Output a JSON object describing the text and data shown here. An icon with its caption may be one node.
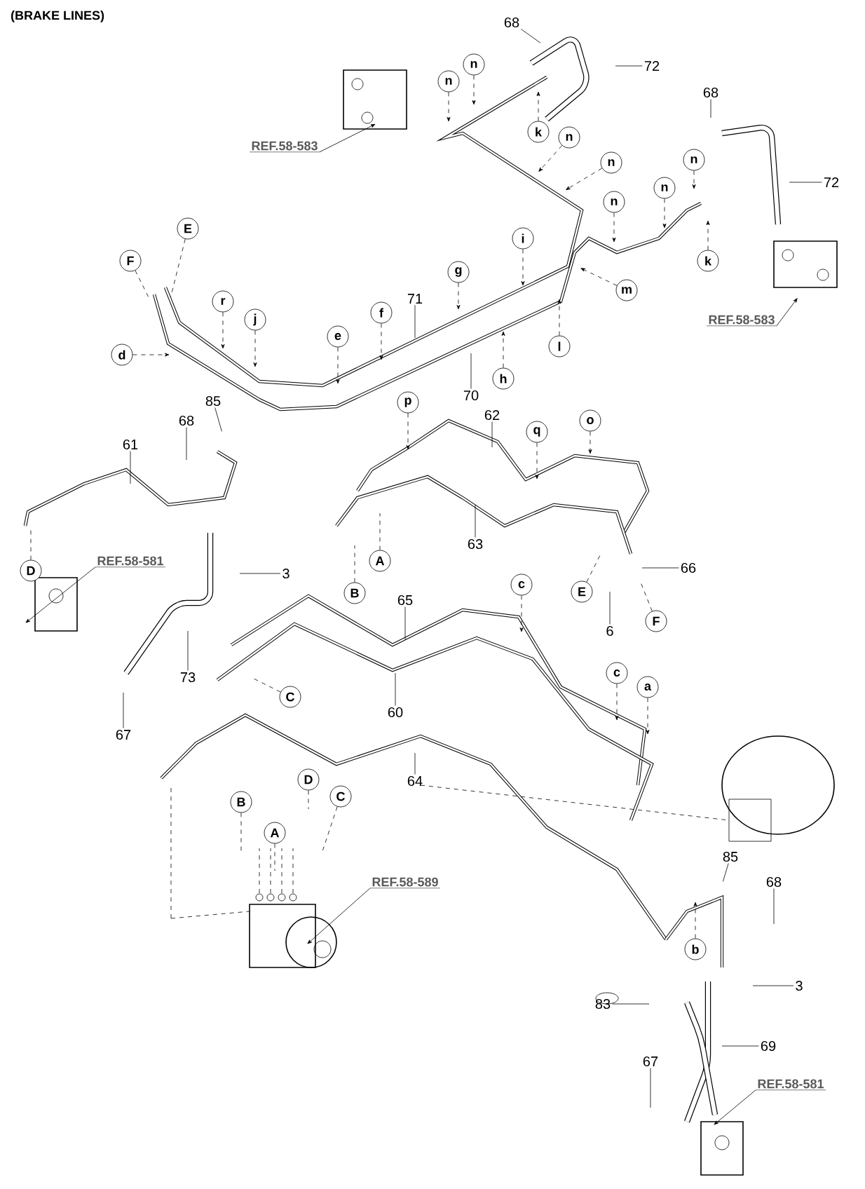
{
  "diagram": {
    "title": "(BRAKE  LINES)",
    "nodes": [
      {
        "text": [
          "68"
        ]
      },
      {
        "text": [
          "72"
        ]
      },
      {
        "text": [
          "n"
        ]
      },
      {
        "text": [
          "n"
        ]
      },
      {
        "text": [
          "REF.58-583"
        ]
      },
      {
        "text": [
          "k"
        ]
      },
      {
        "text": [
          "n"
        ]
      },
      {
        "text": [
          "n"
        ]
      },
      {
        "text": [
          "68"
        ]
      },
      {
        "text": [
          "n"
        ]
      },
      {
        "text": [
          "72"
        ]
      },
      {
        "text": [
          "n"
        ]
      },
      {
        "text": [
          "n"
        ]
      },
      {
        "text": [
          "E"
        ]
      },
      {
        "text": [
          "i"
        ]
      },
      {
        "text": [
          "F"
        ]
      },
      {
        "text": [
          "k"
        ]
      },
      {
        "text": [
          "g"
        ]
      },
      {
        "text": [
          "m"
        ]
      },
      {
        "text": [
          "REF.58-583"
        ]
      },
      {
        "text": [
          "71"
        ]
      },
      {
        "text": [
          "r"
        ]
      },
      {
        "text": [
          "j"
        ]
      },
      {
        "text": [
          "f"
        ]
      },
      {
        "text": [
          "e"
        ]
      },
      {
        "text": [
          "d"
        ]
      },
      {
        "text": [
          "l"
        ]
      },
      {
        "text": [
          "h"
        ]
      },
      {
        "text": [
          "70"
        ]
      },
      {
        "text": [
          "85"
        ]
      },
      {
        "text": [
          "p"
        ]
      },
      {
        "text": [
          "62"
        ]
      },
      {
        "text": [
          "o"
        ]
      },
      {
        "text": [
          "68"
        ]
      },
      {
        "text": [
          "q"
        ]
      },
      {
        "text": [
          "61"
        ]
      },
      {
        "text": [
          "63"
        ]
      },
      {
        "text": [
          "REF.58-581"
        ]
      },
      {
        "text": [
          "D"
        ]
      },
      {
        "text": [
          "A"
        ]
      },
      {
        "text": [
          "3"
        ]
      },
      {
        "text": [
          "66"
        ]
      },
      {
        "text": [
          "B"
        ]
      },
      {
        "text": [
          "E"
        ]
      },
      {
        "text": [
          "c"
        ]
      },
      {
        "text": [
          "65"
        ]
      },
      {
        "text": [
          "F"
        ]
      },
      {
        "text": [
          "6"
        ]
      },
      {
        "text": [
          "73"
        ]
      },
      {
        "text": [
          "C"
        ]
      },
      {
        "text": [
          "c"
        ]
      },
      {
        "text": [
          "a"
        ]
      },
      {
        "text": [
          "67"
        ]
      },
      {
        "text": [
          "60"
        ]
      },
      {
        "text": [
          "64"
        ]
      },
      {
        "text": [
          "D"
        ]
      },
      {
        "text": [
          "B"
        ]
      },
      {
        "text": [
          "C"
        ]
      },
      {
        "text": [
          "A"
        ]
      },
      {
        "text": [
          "REF.58-589"
        ]
      },
      {
        "text": [
          "85"
        ]
      },
      {
        "text": [
          "68"
        ]
      },
      {
        "text": [
          "b"
        ]
      },
      {
        "text": [
          "3"
        ]
      },
      {
        "text": [
          "83"
        ]
      },
      {
        "text": [
          "69"
        ]
      },
      {
        "text": [
          "67"
        ]
      },
      {
        "text": [
          "REF.58-581"
        ]
      }
    ],
    "edges": [
      {
        "from": 0,
        "to": null,
        "arrow": "none"
      },
      {
        "from": 1,
        "to": null,
        "arrow": "none"
      },
      {
        "from": 2,
        "to": null,
        "arrow": "to",
        "style": "dashed"
      },
      {
        "from": 3,
        "to": null,
        "arrow": "to",
        "style": "dashed"
      },
      {
        "from": 4,
        "to": null,
        "arrow": "to"
      },
      {
        "from": 5,
        "to": null,
        "arrow": "to",
        "style": "dashed"
      },
      {
        "from": 6,
        "to": null,
        "arrow": "to",
        "style": "dashed"
      },
      {
        "from": 7,
        "to": null,
        "arrow": "to",
        "style": "dashed"
      },
      {
        "from": 8,
        "to": null,
        "arrow": "none"
      },
      {
        "from": 9,
        "to": null,
        "arrow": "to",
        "style": "dashed"
      },
      {
        "from": 10,
        "to": null,
        "arrow": "none"
      },
      {
        "from": 11,
        "to": null,
        "arrow": "to",
        "style": "dashed"
      },
      {
        "from": 12,
        "to": null,
        "arrow": "to",
        "style": "dashed"
      },
      {
        "from": 13,
        "to": null,
        "arrow": "none",
        "style": "dashed"
      },
      {
        "from": 14,
        "to": null,
        "arrow": "to",
        "style": "dashed"
      },
      {
        "from": 15,
        "to": null,
        "arrow": "none",
        "style": "dashed"
      },
      {
        "from": 16,
        "to": null,
        "arrow": "to",
        "style": "dashed"
      },
      {
        "from": 17,
        "to": null,
        "arrow": "to",
        "style": "dashed"
      },
      {
        "from": 18,
        "to": null,
        "arrow": "to",
        "style": "dashed"
      },
      {
        "from": 19,
        "to": null,
        "arrow": "to"
      },
      {
        "from": 20,
        "to": null,
        "arrow": "none"
      },
      {
        "from": 21,
        "to": null,
        "arrow": "to",
        "style": "dashed"
      },
      {
        "from": 22,
        "to": null,
        "arrow": "to",
        "style": "dashed"
      },
      {
        "from": 23,
        "to": null,
        "arrow": "to",
        "style": "dashed"
      },
      {
        "from": 24,
        "to": null,
        "arrow": "to",
        "style": "dashed"
      },
      {
        "from": 25,
        "to": null,
        "arrow": "to",
        "style": "dashed"
      },
      {
        "from": 26,
        "to": null,
        "arrow": "to",
        "style": "dashed"
      },
      {
        "from": 27,
        "to": null,
        "arrow": "to",
        "style": "dashed"
      },
      {
        "from": 28,
        "to": null,
        "arrow": "none"
      },
      {
        "from": 29,
        "to": null,
        "arrow": "none"
      },
      {
        "from": 30,
        "to": null,
        "arrow": "to",
        "style": "dashed"
      },
      {
        "from": 31,
        "to": null,
        "arrow": "none"
      },
      {
        "from": 32,
        "to": null,
        "arrow": "to",
        "style": "dashed"
      },
      {
        "from": 33,
        "to": null,
        "arrow": "none"
      },
      {
        "from": 34,
        "to": null,
        "arrow": "to",
        "style": "dashed"
      },
      {
        "from": 35,
        "to": null,
        "arrow": "none"
      },
      {
        "from": 36,
        "to": null,
        "arrow": "none"
      },
      {
        "from": 37,
        "to": null,
        "arrow": "to"
      },
      {
        "from": 38,
        "to": null,
        "arrow": "none",
        "style": "dashed"
      },
      {
        "from": 39,
        "to": null,
        "arrow": "none",
        "style": "dashed"
      },
      {
        "from": 40,
        "to": null,
        "arrow": "none"
      },
      {
        "from": 41,
        "to": null,
        "arrow": "none"
      },
      {
        "from": 42,
        "to": null,
        "arrow": "none",
        "style": "dashed"
      },
      {
        "from": 43,
        "to": null,
        "arrow": "none",
        "style": "dashed"
      },
      {
        "from": 44,
        "to": null,
        "arrow": "to",
        "style": "dashed"
      },
      {
        "from": 45,
        "to": null,
        "arrow": "none"
      },
      {
        "from": 46,
        "to": null,
        "arrow": "none",
        "style": "dashed"
      },
      {
        "from": 47,
        "to": null,
        "arrow": "none"
      },
      {
        "from": 48,
        "to": null,
        "arrow": "none"
      },
      {
        "from": 49,
        "to": null,
        "arrow": "none",
        "style": "dashed"
      },
      {
        "from": 50,
        "to": null,
        "arrow": "to",
        "style": "dashed"
      },
      {
        "from": 51,
        "to": null,
        "arrow": "to",
        "style": "dashed"
      },
      {
        "from": 52,
        "to": null,
        "arrow": "none"
      },
      {
        "from": 53,
        "to": null,
        "arrow": "none"
      },
      {
        "from": 54,
        "to": null,
        "arrow": "none"
      },
      {
        "from": 55,
        "to": null,
        "arrow": "none",
        "style": "dashed"
      },
      {
        "from": 56,
        "to": null,
        "arrow": "none",
        "style": "dashed"
      },
      {
        "from": 57,
        "to": null,
        "arrow": "none",
        "style": "dashed"
      },
      {
        "from": 58,
        "to": null,
        "arrow": "none",
        "style": "dashed"
      },
      {
        "from": 59,
        "to": null,
        "arrow": "to"
      },
      {
        "from": 60,
        "to": null,
        "arrow": "none"
      },
      {
        "from": 61,
        "to": null,
        "arrow": "none"
      },
      {
        "from": 62,
        "to": null,
        "arrow": "to",
        "style": "dashed"
      },
      {
        "from": 63,
        "to": null,
        "arrow": "none"
      },
      {
        "from": 64,
        "to": null,
        "arrow": "none"
      },
      {
        "from": 65,
        "to": null,
        "arrow": "none"
      },
      {
        "from": 66,
        "to": null,
        "arrow": "none"
      },
      {
        "from": 67,
        "to": null,
        "arrow": "to"
      }
    ]
  }
}
